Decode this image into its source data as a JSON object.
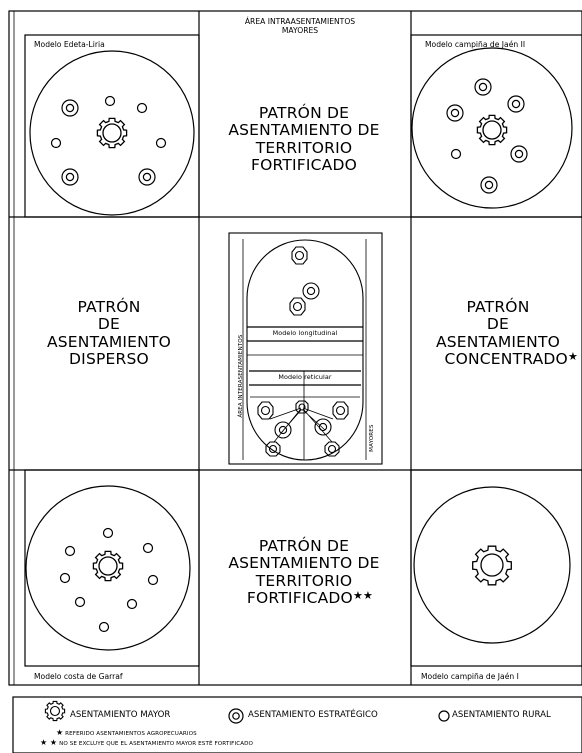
{
  "header": {
    "line1": "ÁREA INTRAASENTAMIENTOS",
    "line2": "MAYORES"
  },
  "models": {
    "top_left": "Modelo Edeta-Liria",
    "top_right": "Modelo campiña de Jaén II",
    "bottom_left": "Modelo costa de Garraf",
    "bottom_right": "Modelo campiña de Jaén I"
  },
  "patterns": {
    "top": [
      "PATRÓN DE",
      "ASENTAMIENTO DE",
      "TERRITORIO",
      "FORTIFICADO"
    ],
    "left": [
      "PATRÓN",
      "DE",
      "ASENTAMIENTO",
      "DISPERSO"
    ],
    "right": [
      "PATRÓN",
      "DE",
      "ASENTAMIENTO",
      "CONCENTRADO"
    ],
    "right_mark": "★",
    "bottom": [
      "PATRÓN DE",
      "ASENTAMIENTO DE",
      "TERRITORIO",
      "FORTIFICADO"
    ],
    "bottom_mark": "★★"
  },
  "center": {
    "side_left": "ÁREA INTERASENTAMIENTOS",
    "side_right": "MAYORES",
    "longitudinal": "Modelo longitudinal",
    "reticular": "Modelo reticular"
  },
  "legend": {
    "major": "ASENTAMIENTO MAYOR",
    "strategic": "ASENTAMIENTO ESTRATÉGICO",
    "rural": "ASENTAMIENTO RURAL",
    "note1_mark": "★",
    "note1": "REFERIDO ASENTAMIENTOS AGROPECUARIOS",
    "note2_mark": "★ ★",
    "note2": "NO SE EXCLUYE QUE EL ASENTAMIENTO MAYOR ESTÉ FORTIFICADO"
  }
}
